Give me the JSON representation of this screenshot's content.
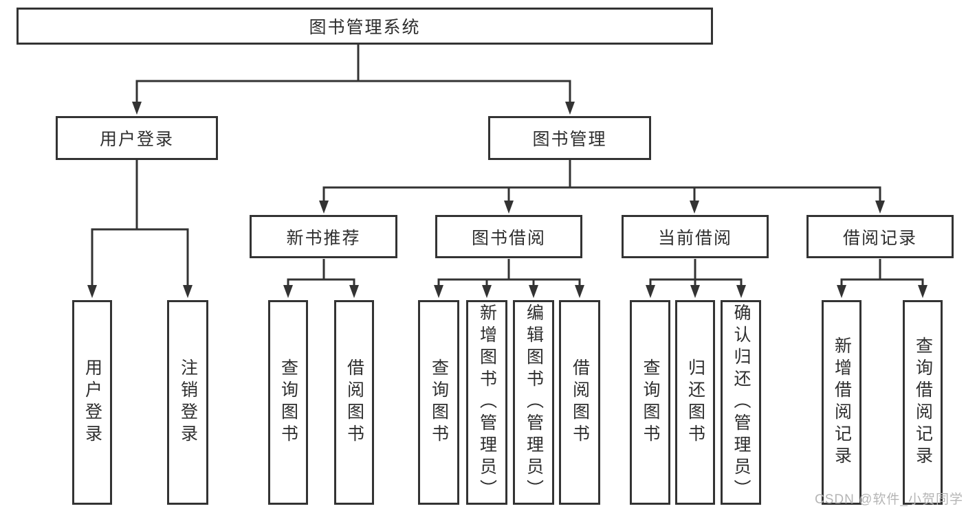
{
  "tree": {
    "root": {
      "label": "图书管理系统"
    },
    "level2": [
      {
        "label": "用户登录"
      },
      {
        "label": "图书管理"
      }
    ],
    "level3": [
      {
        "label": "新书推荐"
      },
      {
        "label": "图书借阅"
      },
      {
        "label": "当前借阅"
      },
      {
        "label": "借阅记录"
      }
    ],
    "leaves": {
      "user_login": [
        {
          "label": "用户登录"
        },
        {
          "label": "注销登录"
        }
      ],
      "new_book_recommend": [
        {
          "label": "查询图书"
        },
        {
          "label": "借阅图书"
        }
      ],
      "book_borrowing": [
        {
          "label": "查询图书"
        },
        {
          "label": "新增图书（管理员）"
        },
        {
          "label": "编辑图书（管理员）"
        },
        {
          "label": "借阅图书"
        }
      ],
      "current_borrowing": [
        {
          "label": "查询图书"
        },
        {
          "label": "归还图书"
        },
        {
          "label": "确认归还（管理员）"
        }
      ],
      "borrowing_records": [
        {
          "label": "新增借阅记录"
        },
        {
          "label": "查询借阅记录"
        }
      ]
    }
  },
  "watermark": {
    "text": "CSDN @软件_小贺同学"
  },
  "colors": {
    "line": "#333333",
    "box_border": "#333333",
    "text": "#2e2e2e",
    "watermark": "#b5b5b5",
    "background": "#ffffff"
  }
}
